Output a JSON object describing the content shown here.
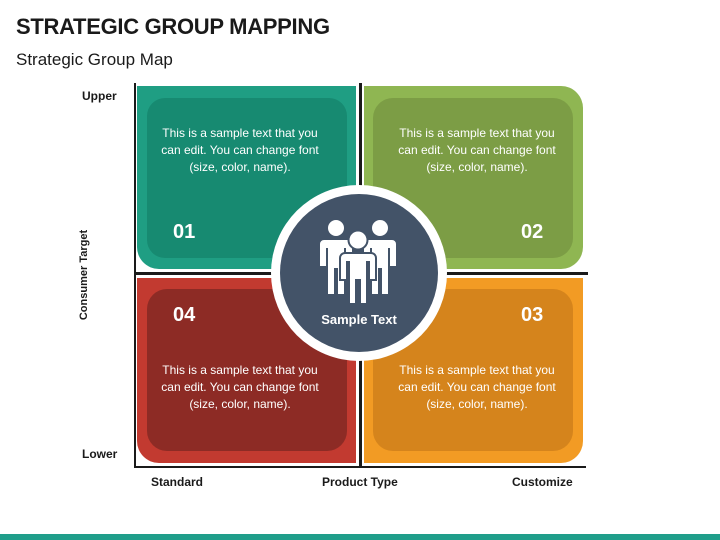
{
  "header": {
    "title": "STRATEGIC GROUP MAPPING",
    "subtitle": "Strategic Group Map"
  },
  "axes": {
    "y_top": "Upper",
    "y_bottom": "Lower",
    "y_title": "Consumer Target",
    "x_left": "Standard",
    "x_mid": "Product Type",
    "x_right": "Customize"
  },
  "quadrants": [
    {
      "number": "01",
      "text": "This is a sample text that you can edit. You can change font (size, color, name).",
      "outer_color": "#1f9e83",
      "inner_color": "#178a71"
    },
    {
      "number": "02",
      "text": "This is a sample text that you can edit. You can change font (size, color, name).",
      "outer_color": "#8fb652",
      "inner_color": "#7c9d45"
    },
    {
      "number": "03",
      "text": "This is a sample text that you can edit. You can change font (size, color, name).",
      "outer_color": "#f29b24",
      "inner_color": "#d5841c"
    },
    {
      "number": "04",
      "text": "This is a sample text that you can edit. You can change font (size, color, name).",
      "outer_color": "#c23a30",
      "inner_color": "#8d2b25"
    }
  ],
  "center": {
    "label": "Sample Text",
    "icon": "people-group-icon",
    "color": "#435368"
  }
}
